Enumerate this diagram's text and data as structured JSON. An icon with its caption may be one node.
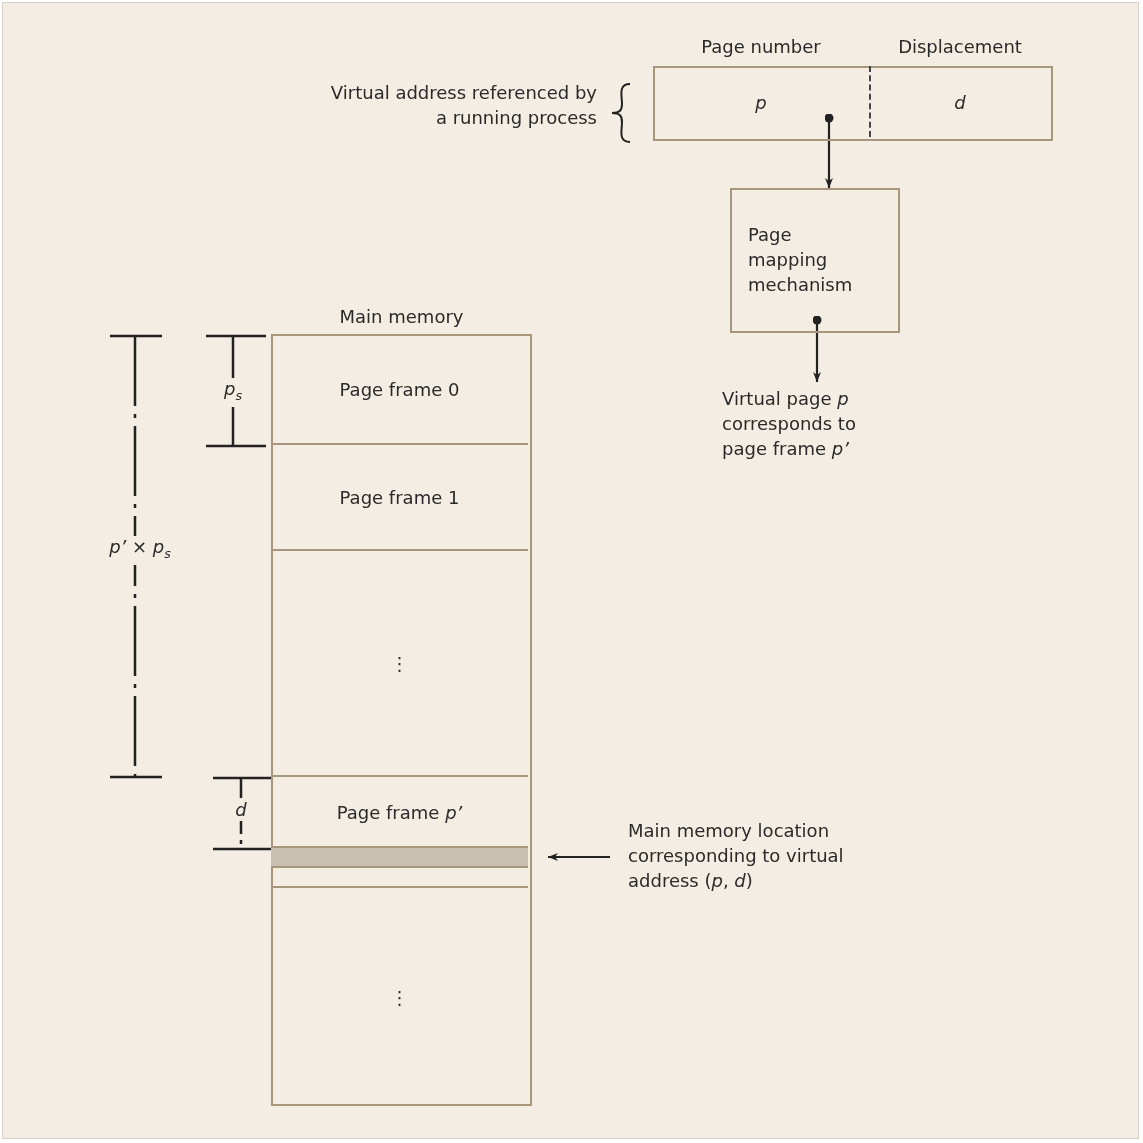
{
  "diagram": {
    "nodes": [
      {
        "text": [],
        "shape": "box",
        "beside": [
          "Virtual address referenced by a running process"
        ]
      },
      {
        "text": [
          "p"
        ],
        "in": 0,
        "beside": [
          "Page number"
        ]
      },
      {
        "text": [
          "d"
        ],
        "in": 0,
        "beside": [
          "Displacement"
        ]
      },
      {
        "text": [
          "Page mapping mechanism"
        ]
      },
      {
        "text": [
          "Virtual page *p* corresponds to page frame *p’*"
        ]
      },
      {
        "text": [
          "Main memory"
        ]
      },
      {
        "text": [
          "Page frame 0"
        ],
        "in": 5
      },
      {
        "text": [
          "Page frame 1"
        ],
        "in": 5
      },
      {
        "text": [
          "⋮"
        ],
        "in": 5
      },
      {
        "text": [
          "Page frame *p’*"
        ],
        "in": 5
      },
      {
        "text": [],
        "shape": "bar",
        "in": 5
      },
      {
        "text": [],
        "shape": "box",
        "in": 5
      },
      {
        "text": [
          "⋮"
        ],
        "in": 5
      },
      {
        "text": [
          "Main memory location corresponding to virtual address (*p*, *d*)"
        ]
      }
    ],
    "edges": [
      {
        "from": 1,
        "to": 3,
        "arrow": "to"
      },
      {
        "from": 3,
        "to": 4,
        "arrow": "to"
      },
      {
        "from": 13,
        "to": 10,
        "arrow": "to"
      }
    ],
    "labels": [
      "*p*$_{s}$",
      "*p’* × *p*$_{s}$",
      "*d*"
    ]
  }
}
